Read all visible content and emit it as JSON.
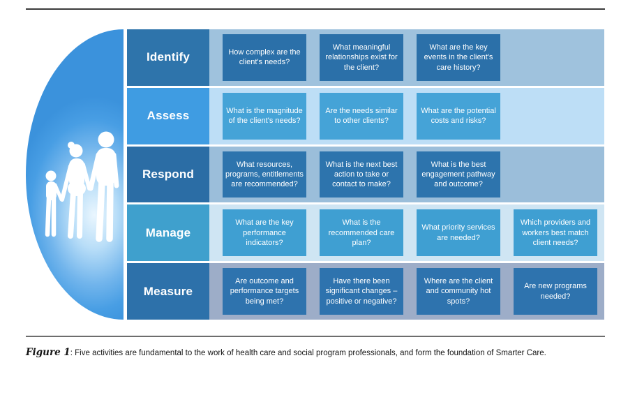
{
  "figure": {
    "caption_label": "Figure 1",
    "caption_text": ": Five activities are fundamental to the work of health care and social program professionals, and form the foundation of Smarter Care.",
    "icons": {
      "family": "family-silhouette-icon"
    },
    "colors": {
      "bubble_base": "#3b92dc",
      "bubble_glow": "#eaf6fe",
      "top_rule": "#3b3b3b",
      "bottom_rule": "#6d6d6d",
      "text_on_blue": "#ffffff"
    }
  },
  "rows": [
    {
      "label": "Identify",
      "label_bg": "#2e74ab",
      "band_bg": "#9fc2dd",
      "box_bg": "#2b70a9",
      "questions": [
        "How complex are the client's needs?",
        "What meaningful relationships exist for the client?",
        "What are the key events in the client's care history?"
      ]
    },
    {
      "label": "Assess",
      "label_bg": "#3f9ce2",
      "band_bg": "#bddef6",
      "box_bg": "#45a3d7",
      "questions": [
        "What is the magnitude of the client's needs?",
        "Are the needs similar to other clients?",
        "What are the potential costs and risks?"
      ]
    },
    {
      "label": "Respond",
      "label_bg": "#2b6da5",
      "band_bg": "#9bbeda",
      "box_bg": "#2d74ad",
      "questions": [
        "What resources, programs, entitlements are recommended?",
        "What is the next best action to take or contact to make?",
        "What is the best engagement pathway and outcome?"
      ]
    },
    {
      "label": "Manage",
      "label_bg": "#3fa0cd",
      "band_bg": "#cfe5f3",
      "box_bg": "#3f9fd2",
      "questions": [
        "What are the key performance indicators?",
        "What is the recommended care plan?",
        "What priority services are needed?",
        "Which providers and workers best match client needs?"
      ]
    },
    {
      "label": "Measure",
      "label_bg": "#2d71aa",
      "band_bg": "#9dadc8",
      "box_bg": "#2e73ae",
      "questions": [
        "Are outcome and performance targets being met?",
        "Have there been significant changes – positive or negative?",
        "Where are the client and community hot spots?",
        "Are new programs needed?"
      ]
    }
  ]
}
